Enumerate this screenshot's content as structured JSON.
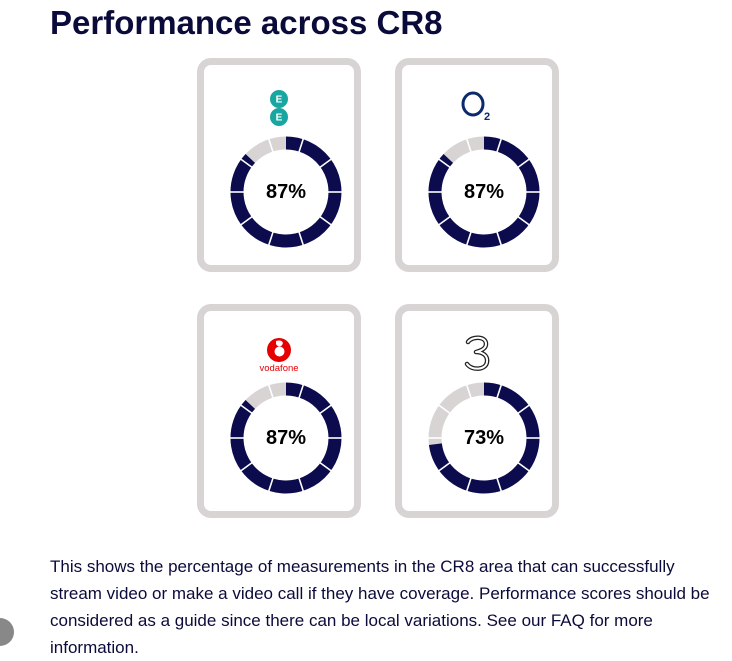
{
  "page": {
    "title": "Performance across CR8"
  },
  "colors": {
    "arc": "#0b0b4d",
    "track": "#d9d4d4",
    "ee": "#19a6a0",
    "o2": "#0b2a6e",
    "vodafone": "#e60000",
    "three": "#222222"
  },
  "operators": [
    {
      "logo_icon": "ee-logo-icon",
      "logo_text": "EE",
      "percentage": "87%",
      "value": 87
    },
    {
      "logo_icon": "o2-logo-icon",
      "logo_text": "O2",
      "percentage": "87%",
      "value": 87
    },
    {
      "logo_icon": "vodafone-logo-icon",
      "logo_text": "vodafone",
      "percentage": "87%",
      "value": 87
    },
    {
      "logo_icon": "three-logo-icon",
      "logo_text": "3",
      "percentage": "73%",
      "value": 73
    }
  ],
  "description": "This shows the percentage of measurements in the CR8 area that can successfully stream video or make a video call if they have coverage. Performance scores should be considered as a guide since there can be local variations. See our FAQ for more information."
}
